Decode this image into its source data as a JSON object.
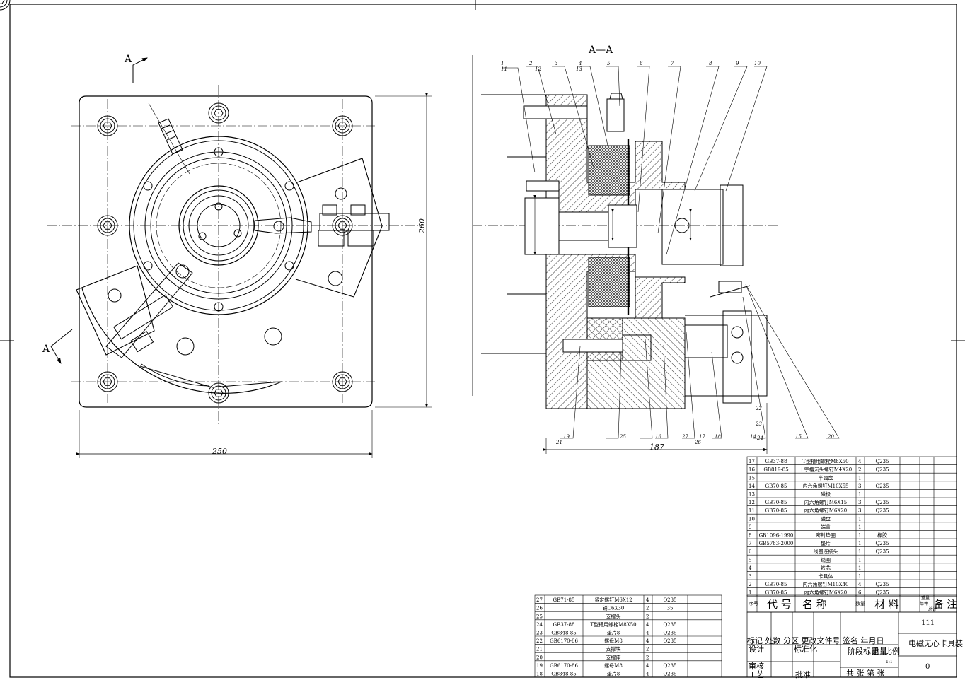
{
  "views": {
    "section_mark": "A",
    "section_title": "A—A"
  },
  "dimensions": {
    "width": "250",
    "height": "260",
    "section_length": "187"
  },
  "balloons_top": [
    "1",
    "11",
    "2",
    "12",
    "3",
    "4",
    "13",
    "5",
    "6",
    "7",
    "8",
    "9",
    "10"
  ],
  "balloons_bottom": [
    "19",
    "21",
    "25",
    "16",
    "27",
    "17",
    "26",
    "18",
    "14",
    "22",
    "23",
    "24",
    "15",
    "20"
  ],
  "bom_upper": [
    {
      "no": "17",
      "code": "GB37-88",
      "name": "T型槽用螺栓M8X50",
      "qty": "4",
      "mat": "Q235"
    },
    {
      "no": "16",
      "code": "GB819-85",
      "name": "十字槽沉头螺钉M4X20",
      "qty": "2",
      "mat": "Q235"
    },
    {
      "no": "15",
      "code": "",
      "name": "半圆盘",
      "qty": "1",
      "mat": ""
    },
    {
      "no": "14",
      "code": "GB70-85",
      "name": "内六角螺钉M10X55",
      "qty": "3",
      "mat": "Q235"
    },
    {
      "no": "13",
      "code": "",
      "name": "磁极",
      "qty": "1",
      "mat": ""
    },
    {
      "no": "12",
      "code": "GB70-85",
      "name": "内六角螺钉M6X15",
      "qty": "3",
      "mat": "Q235"
    },
    {
      "no": "11",
      "code": "GB70-85",
      "name": "内六角螺钉M6X20",
      "qty": "3",
      "mat": "Q235"
    },
    {
      "no": "10",
      "code": "",
      "name": "磁盘",
      "qty": "1",
      "mat": ""
    },
    {
      "no": "9",
      "code": "",
      "name": "端盖",
      "qty": "1",
      "mat": ""
    },
    {
      "no": "8",
      "code": "GB1096-1990",
      "name": "密封垫圈",
      "qty": "1",
      "mat": "橡胶"
    },
    {
      "no": "7",
      "code": "GB5783-2000",
      "name": "垫片",
      "qty": "1",
      "mat": "Q235"
    },
    {
      "no": "6",
      "code": "",
      "name": "线圈连接头",
      "qty": "1",
      "mat": "Q235"
    },
    {
      "no": "5",
      "code": "",
      "name": "线圈",
      "qty": "1",
      "mat": ""
    },
    {
      "no": "4",
      "code": "",
      "name": "铁芯",
      "qty": "1",
      "mat": ""
    },
    {
      "no": "3",
      "code": "",
      "name": "卡具体",
      "qty": "1",
      "mat": ""
    },
    {
      "no": "2",
      "code": "GB70-85",
      "name": "内六角螺钉M10X40",
      "qty": "4",
      "mat": "Q235"
    },
    {
      "no": "1",
      "code": "GB70-85",
      "name": "内六角螺钉M6X20",
      "qty": "6",
      "mat": "Q235"
    }
  ],
  "bom_lower": [
    {
      "no": "27",
      "code": "GB71-85",
      "name": "紧定螺钉M6X12",
      "qty": "4",
      "mat": "Q235"
    },
    {
      "no": "26",
      "code": "",
      "name": "销C6X30",
      "qty": "2",
      "mat": "35"
    },
    {
      "no": "25",
      "code": "",
      "name": "支撑头",
      "qty": "2",
      "mat": ""
    },
    {
      "no": "24",
      "code": "GB37-88",
      "name": "T型槽用螺栓M8X50",
      "qty": "4",
      "mat": "Q235"
    },
    {
      "no": "23",
      "code": "GB848-85",
      "name": "垫片8",
      "qty": "4",
      "mat": "Q235"
    },
    {
      "no": "22",
      "code": "GB6170-86",
      "name": "螺母M8",
      "qty": "4",
      "mat": "Q235"
    },
    {
      "no": "21",
      "code": "",
      "name": "支撑块",
      "qty": "2",
      "mat": ""
    },
    {
      "no": "20",
      "code": "",
      "name": "支撑座",
      "qty": "2",
      "mat": ""
    },
    {
      "no": "19",
      "code": "GB6170-86",
      "name": "螺母M8",
      "qty": "4",
      "mat": "Q235"
    },
    {
      "no": "18",
      "code": "GB848-85",
      "name": "垫片8",
      "qty": "4",
      "mat": "Q235"
    }
  ],
  "bom_header": {
    "seq": "序号",
    "code": "代 号",
    "name": "名 称",
    "qty": "数量",
    "mat": "材 料",
    "unit_weight": "单件",
    "total_weight": "总计",
    "weight": "重量",
    "remark": "备 注"
  },
  "title_block": {
    "drawing_no": "111",
    "title": "电磁无心卡具装",
    "revision_row": "标记 处数 分区 更改文件号 签名 年月日",
    "design": "设计",
    "standardize": "标准化",
    "stage_mark": "阶段标记",
    "weight": "重量",
    "scale": "比例",
    "scale_value": "1:1",
    "review": "审核",
    "process": "工艺",
    "approve": "批准",
    "sheets": "共 张 第 张",
    "zero": "0"
  }
}
